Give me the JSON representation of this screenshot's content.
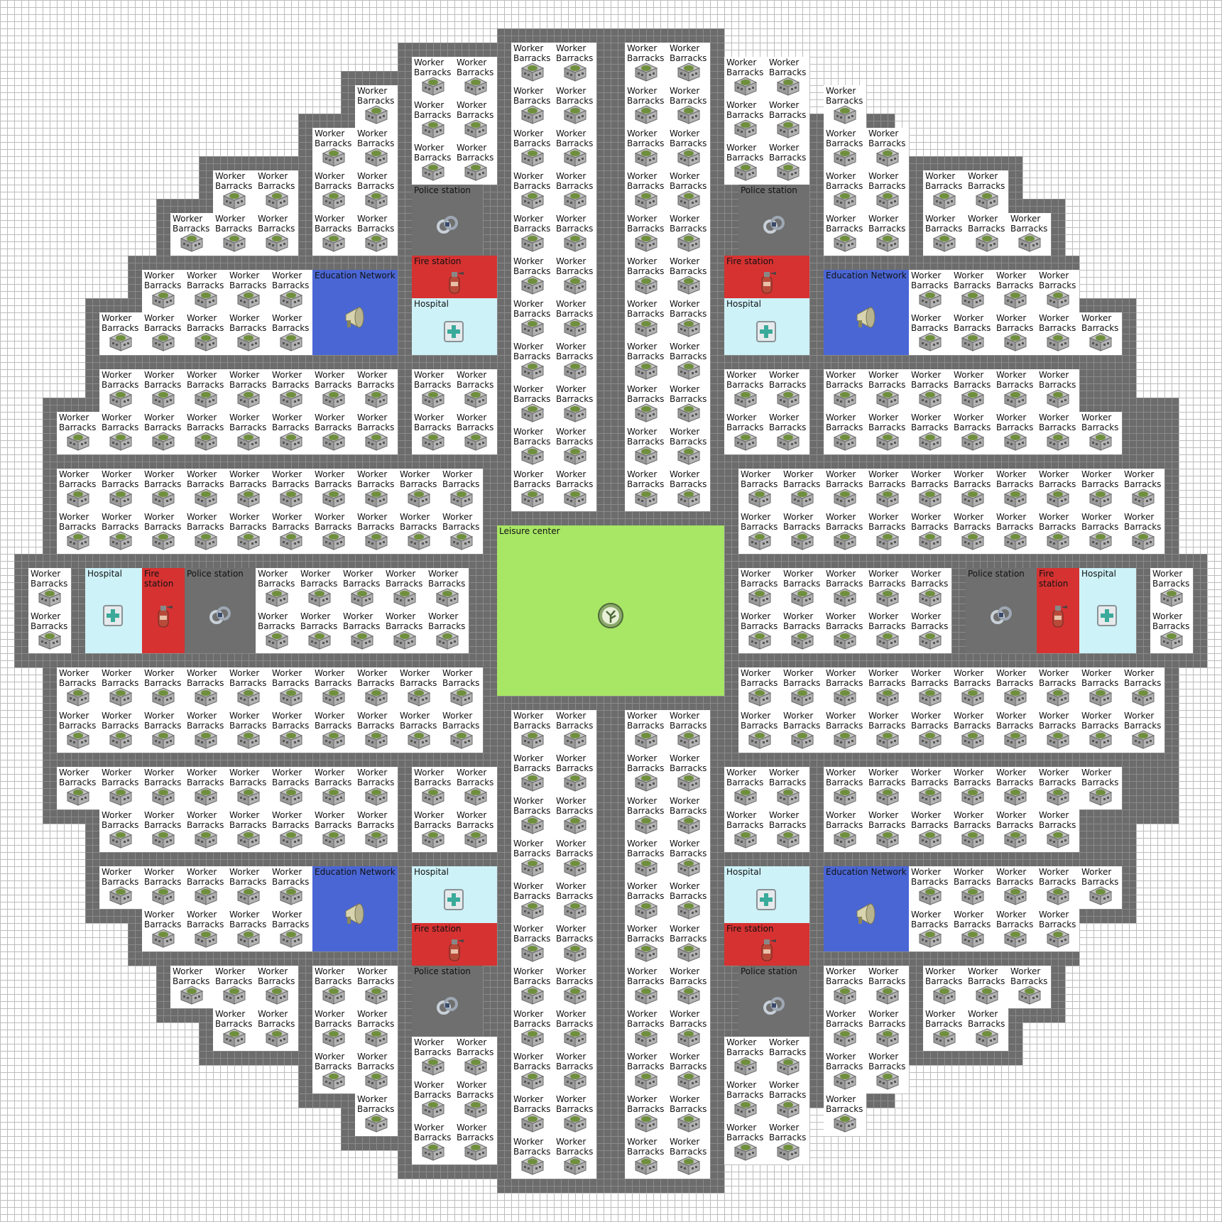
{
  "labels": {
    "barracks": "Worker Barracks",
    "police": "Police station",
    "fire": "Fire station",
    "hospital": "Hospital",
    "education": "Education Network",
    "leisure": "Leisure center"
  },
  "colors": {
    "background": "#ffffff",
    "grid_line": "#bdbdbd",
    "road": "#6c6c6c",
    "barracks_bg": "#ffffff",
    "police_bg": "#6f6f6f",
    "fire_bg": "#d63232",
    "hospital_bg": "#cdf2f8",
    "education_bg": "#4a66d4",
    "leisure_bg": "#a8e665"
  },
  "icons": {
    "barracks": "barracks-icon",
    "police": "handcuffs-icon",
    "fire": "fire-extinguisher-icon",
    "hospital": "first-aid-kit-icon",
    "education": "megaphone-icon",
    "leisure": "tree-medallion-icon"
  }
}
